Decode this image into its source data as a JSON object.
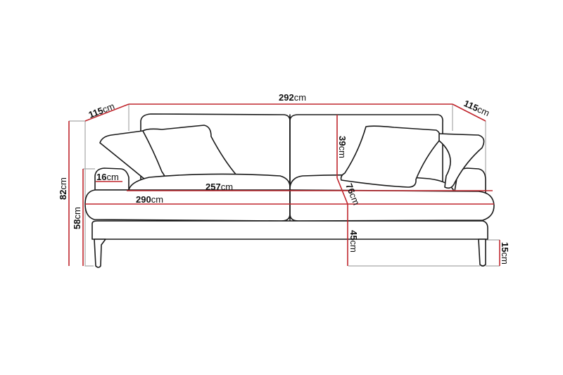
{
  "diagram": {
    "subject": "Sofa dimensions drawing",
    "unit": "cm",
    "colors": {
      "dimension_line": "#c0262d",
      "guide_line": "#a8a8a8",
      "outline": "#1a1a1a",
      "background": "#ffffff"
    },
    "dimensions": {
      "total_width": {
        "value": "292",
        "unit": "cm"
      },
      "depth_left": {
        "value": "115",
        "unit": "cm"
      },
      "depth_right": {
        "value": "115",
        "unit": "cm"
      },
      "total_height": {
        "value": "82",
        "unit": "cm"
      },
      "armrest_height": {
        "value": "58",
        "unit": "cm"
      },
      "armrest_width": {
        "value": "16",
        "unit": "cm"
      },
      "seat_width": {
        "value": "257",
        "unit": "cm"
      },
      "base_width": {
        "value": "290",
        "unit": "cm"
      },
      "backrest_height": {
        "value": "39",
        "unit": "cm"
      },
      "seat_depth": {
        "value": "76",
        "unit": "cm"
      },
      "seat_height": {
        "value": "45",
        "unit": "cm"
      },
      "leg_height": {
        "value": "15",
        "unit": "cm"
      }
    }
  }
}
